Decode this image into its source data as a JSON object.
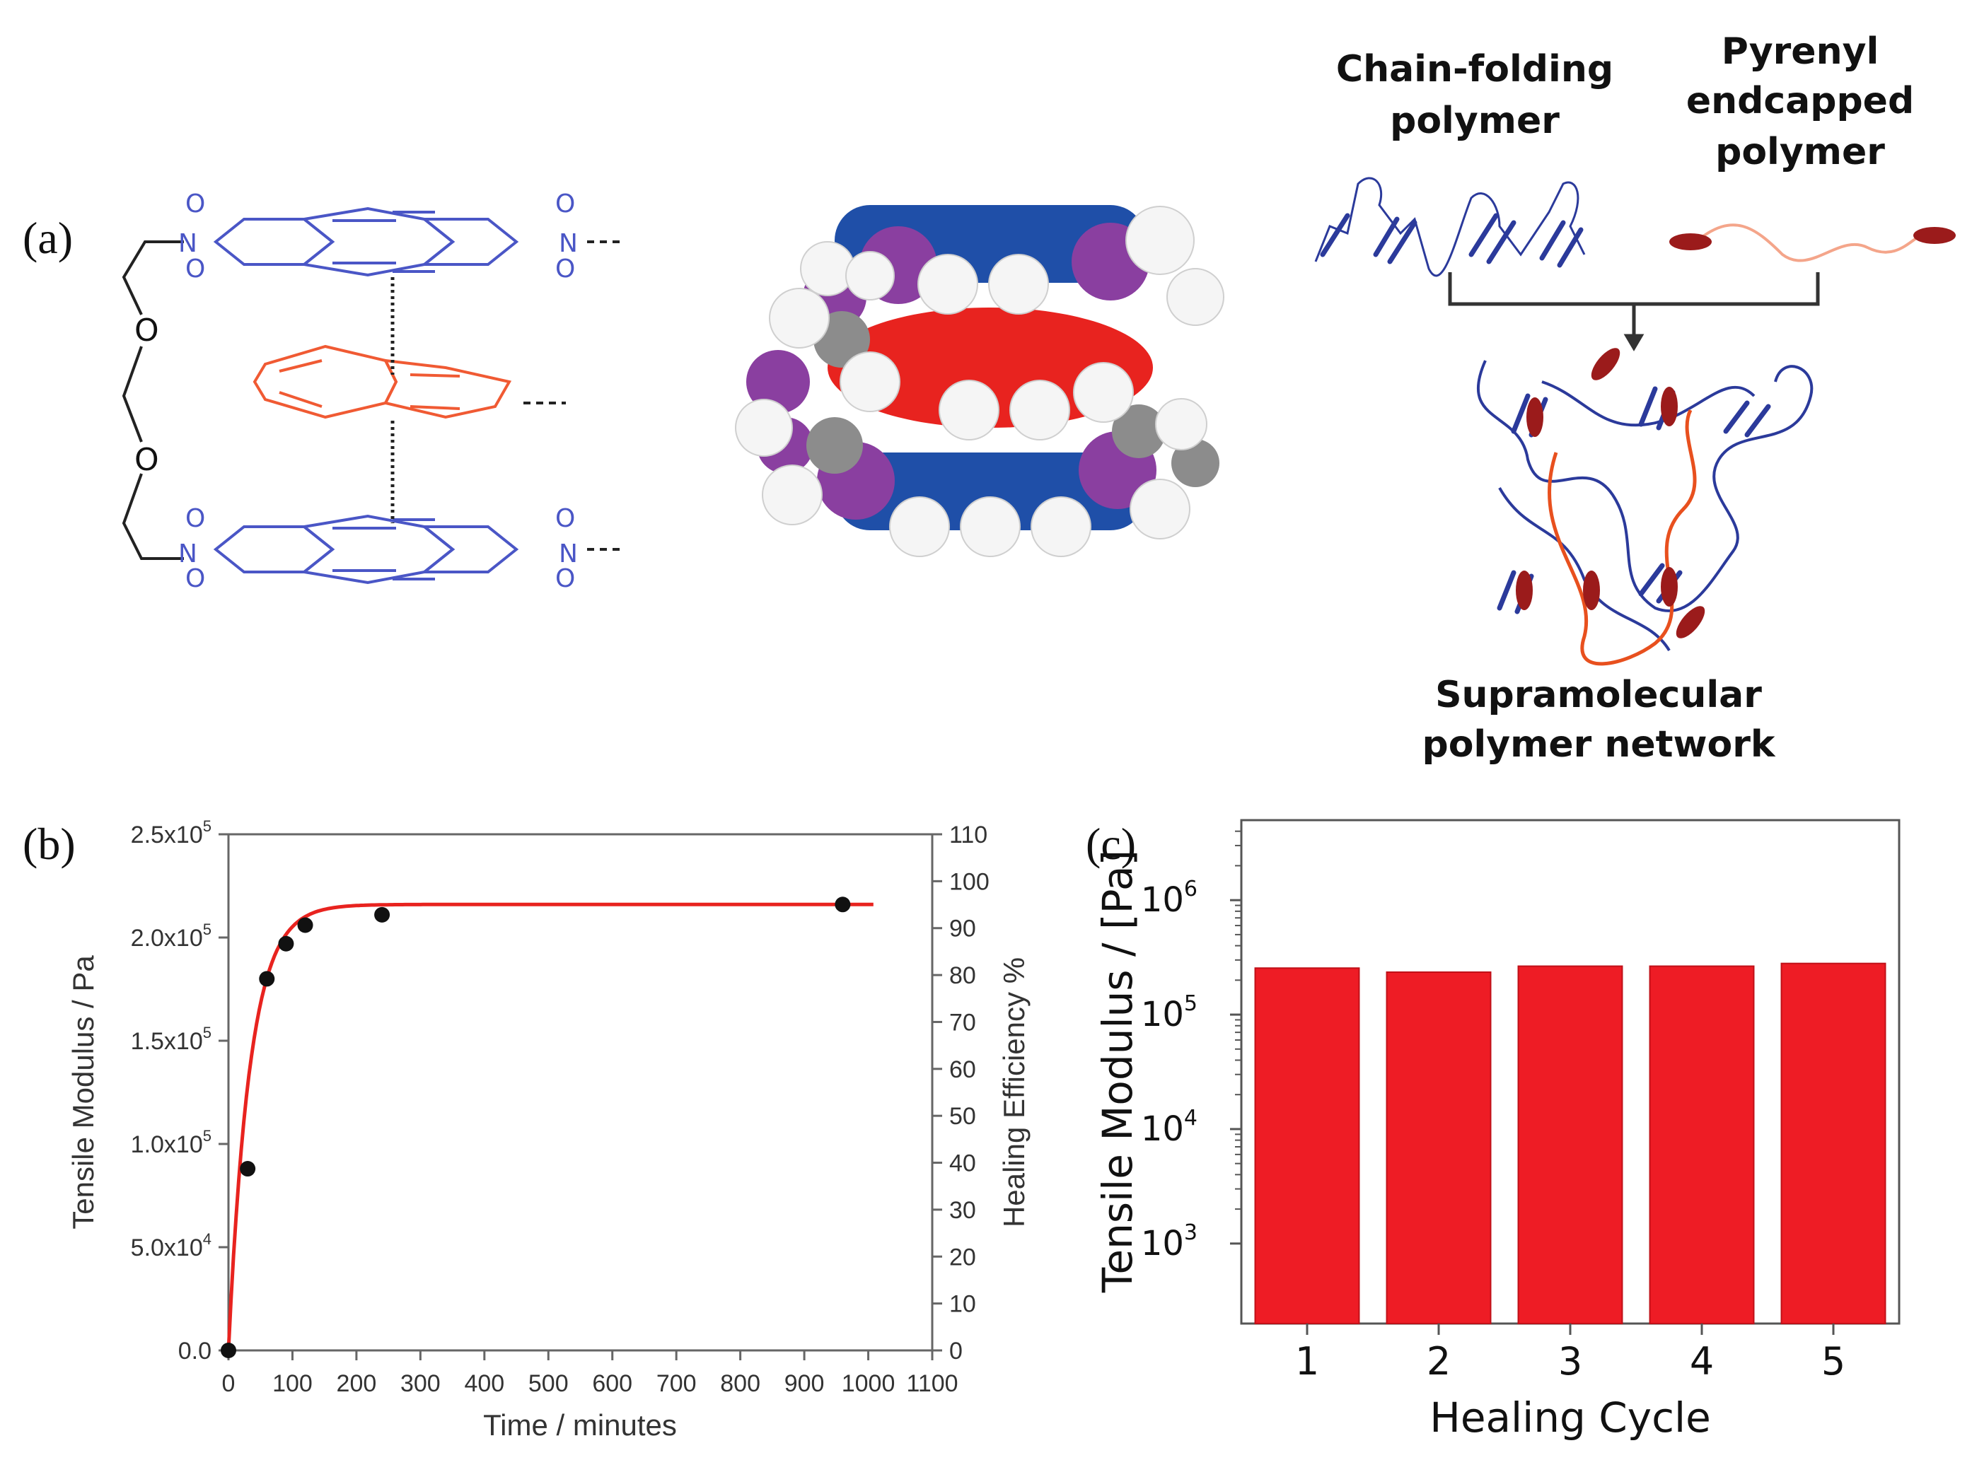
{
  "panels": {
    "a": {
      "label": "(a)"
    },
    "b": {
      "label": "(b)"
    },
    "c": {
      "label": "(c)"
    }
  },
  "chem": {
    "atom_O": "O",
    "atom_N": "N",
    "colors": {
      "nci": "#4a56c6",
      "pyrene": "#f05a33",
      "linker": "#222222"
    }
  },
  "schematic": {
    "chain_folding_label": [
      "Chain-folding",
      "polymer"
    ],
    "pyrenyl_label": [
      "Pyrenyl",
      "endcapped",
      "polymer"
    ],
    "network_label": [
      "Supramolecular",
      "polymer network"
    ],
    "colors": {
      "chain": "#2b3a9b",
      "pyrene_end": "#9b1b1b",
      "pyrenyl_chain": "#f4a58a",
      "network_red": "#e8501e"
    }
  },
  "chart_data": [
    {
      "panel": "b",
      "type": "scatter",
      "xlabel": "Time / minutes",
      "ylabel": "Tensile Modulus / Pa",
      "y2label": "Healing Efficiency %",
      "xlim": [
        0,
        1100
      ],
      "ylim": [
        0,
        250000
      ],
      "y2lim": [
        0,
        110
      ],
      "xticks": [
        "0",
        "100",
        "200",
        "300",
        "400",
        "500",
        "600",
        "700",
        "800",
        "900",
        "1000",
        "1100"
      ],
      "yticks": [
        "0.0",
        "5.0x10",
        "1.0x10",
        "1.5x10",
        "2.0x10",
        "2.5x10"
      ],
      "ytick_exps": [
        "",
        "4",
        "5",
        "5",
        "5",
        "5"
      ],
      "y2ticks": [
        "0",
        "10",
        "20",
        "30",
        "40",
        "50",
        "60",
        "70",
        "80",
        "90",
        "100",
        "110"
      ],
      "points": [
        {
          "x": 0,
          "y": 0
        },
        {
          "x": 30,
          "y": 88000
        },
        {
          "x": 60,
          "y": 180000
        },
        {
          "x": 90,
          "y": 197000
        },
        {
          "x": 120,
          "y": 206000
        },
        {
          "x": 240,
          "y": 211000
        },
        {
          "x": 960,
          "y": 216000
        }
      ],
      "fit": {
        "type": "exponential",
        "plateau": 216000,
        "rate": 0.03,
        "x_end": 1010
      },
      "colors": {
        "points": "#111111",
        "fit": "#e8231f"
      }
    },
    {
      "panel": "c",
      "type": "bar",
      "xlabel": "Healing Cycle",
      "ylabel": "Tensile Modulus / [Pa]",
      "scale": "log",
      "ylim": [
        200,
        5000000
      ],
      "yticks": [
        1000,
        10000,
        100000,
        1000000
      ],
      "ytick_bases": [
        "10",
        "10",
        "10",
        "10"
      ],
      "ytick_exps": [
        "3",
        "4",
        "5",
        "6"
      ],
      "categories": [
        "1",
        "2",
        "3",
        "4",
        "5"
      ],
      "values": [
        255000,
        235000,
        265000,
        265000,
        280000
      ],
      "colors": {
        "bar": "#ee1c25",
        "bar_edge": "#c01018"
      }
    }
  ]
}
